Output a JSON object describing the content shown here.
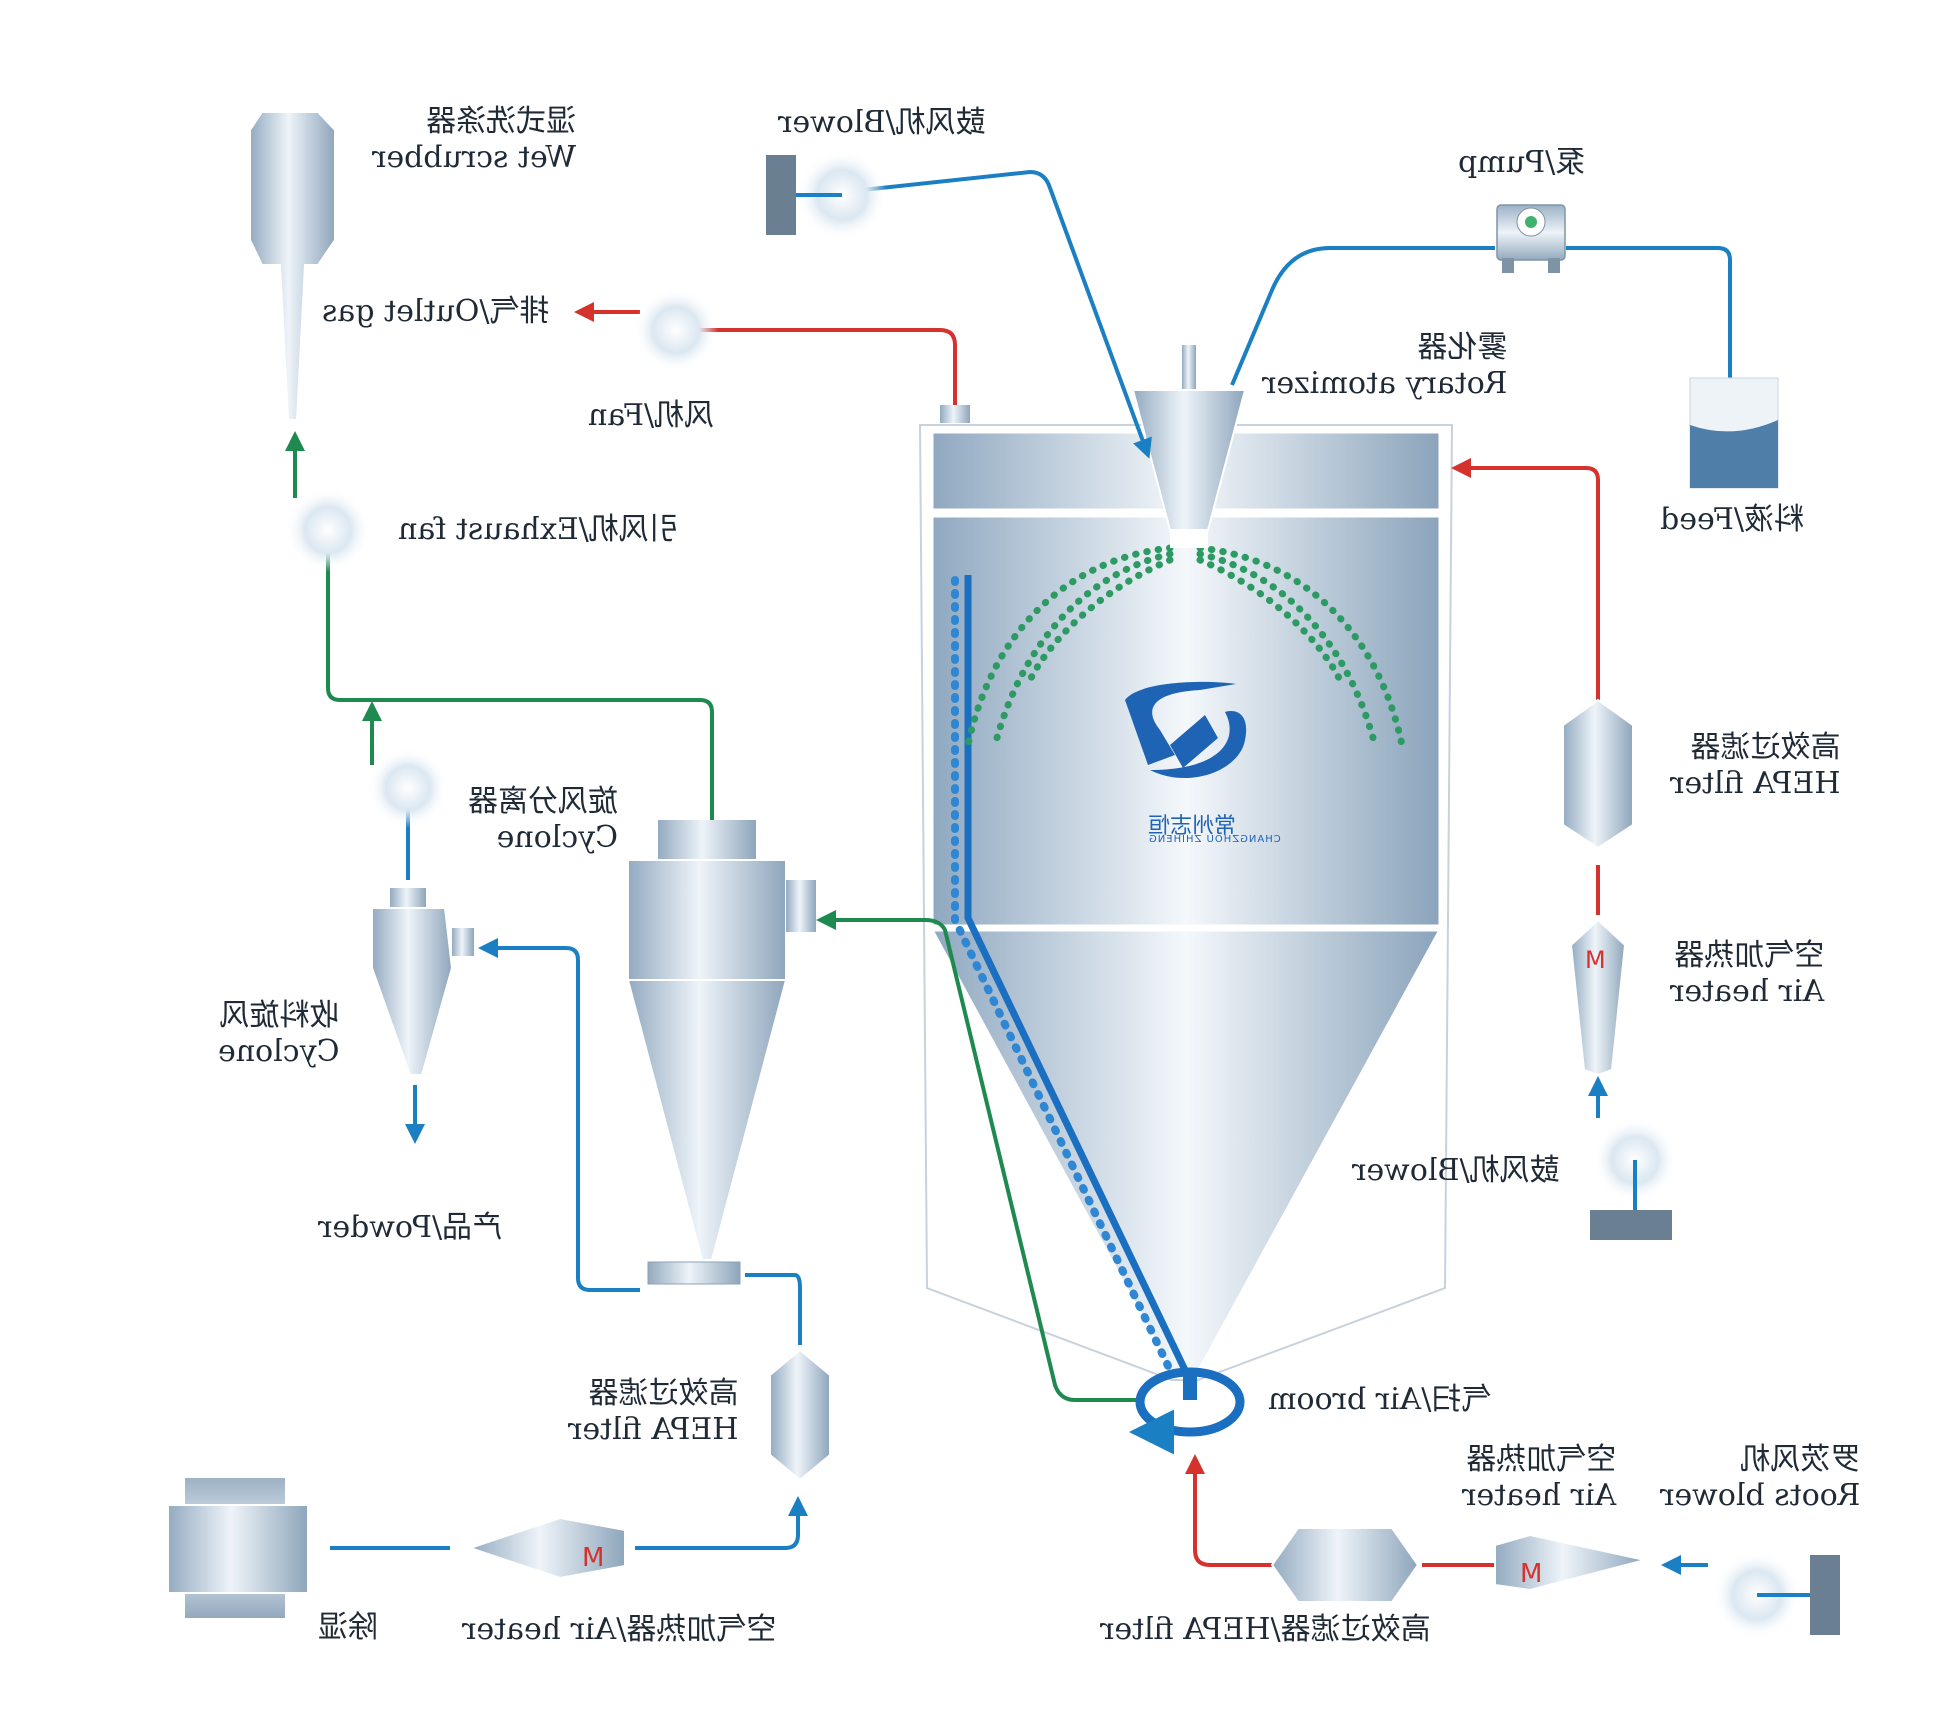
{
  "colors": {
    "hot_air": "#d6322d",
    "cold_air": "#1b7fc4",
    "exhaust": "#1e8a4f",
    "vessel": "#b9ccde",
    "spray": "#2e9a63",
    "brand": "#1e63b4"
  },
  "labels": {
    "wet_scrubber": [
      "湿式洗涤器",
      "Wet scrubber"
    ],
    "blower_top": "鼓风机/Blower",
    "pump": "泵/Pump",
    "outlet_gas": "排气/Outlet gas",
    "rotary_atomizer": [
      "雾化器",
      "Rotary atomizer"
    ],
    "fan": "风机/Fan",
    "feed": "料液/Feed",
    "exhaust_fan": "引风机/Exhaust fan",
    "hepa_right": [
      "高效过滤器",
      "HEPA filter"
    ],
    "cyclone_main": [
      "旋风分离器",
      "Cyclone"
    ],
    "air_heater_right": [
      "空气加热器",
      "Air heater"
    ],
    "collect_cyclone": [
      "收料旋风",
      "Cyclone"
    ],
    "blower_right": "鼓风机/Blower",
    "powder": "产品/Powder",
    "hepa_left": [
      "高效过滤器",
      "HEPA filter"
    ],
    "air_broom": "气扫/Air broom",
    "roots_blower": [
      "罗茨风机",
      "Roots blower"
    ],
    "air_heater_bottom_right": [
      "空气加热器",
      "Air heater"
    ],
    "dehumidifier": "除湿",
    "air_heater_bottom_left": "空气加热器/Air heater",
    "hepa_bottom": "高效过滤器/HEPA filter"
  },
  "brand": {
    "name": "常州志恒",
    "subtitle": "CHANGZHOU ZHIHENG"
  },
  "icons": [
    "fan-icon",
    "motor-icon",
    "pump-icon",
    "filter-icon",
    "heater-icon"
  ]
}
